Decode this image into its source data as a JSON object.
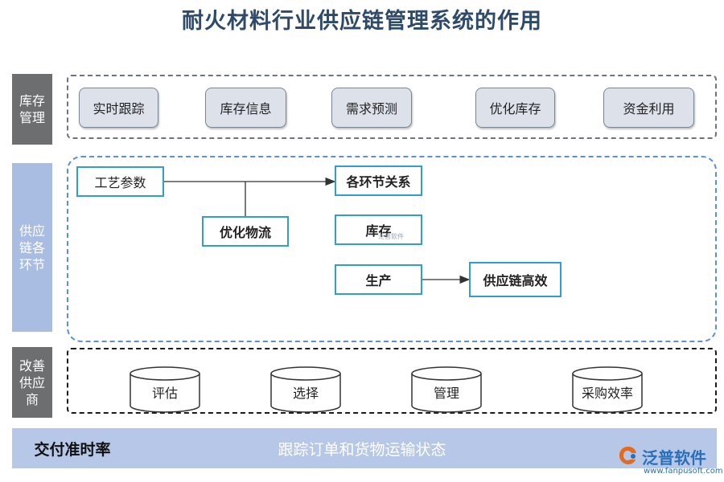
{
  "title": "耐火材料行业供应链管理系统的作用",
  "sections": {
    "inventory": {
      "label": "库存管理",
      "color": "#6d6e70"
    },
    "supply_links": {
      "label": "供应链各环节",
      "color": "#a9bde3"
    },
    "supplier": {
      "label": "改善供应商",
      "color": "#6d6e70"
    }
  },
  "inventory_items": [
    "实时跟踪",
    "库存信息",
    "需求预测",
    "优化库存",
    "资金利用"
  ],
  "flow": {
    "process_params": "工艺参数",
    "optimize_logistics": "优化物流",
    "link_relations": "各环节关系",
    "stock": "库存",
    "production": "生产",
    "efficient": "供应链高效"
  },
  "supplier_items": [
    "评估",
    "选择",
    "管理",
    "采购效率"
  ],
  "bottom": {
    "left": "交付准时率",
    "center": "跟踪订单和货物运输状态"
  },
  "logo": {
    "name": "泛普软件",
    "url": "www.fanpusoft.com",
    "watermark": "泛普软件"
  },
  "colors": {
    "accent_blue": "#2e9fcf",
    "dash_blue": "#5b8fd6",
    "bar": "#b6c7e8"
  }
}
